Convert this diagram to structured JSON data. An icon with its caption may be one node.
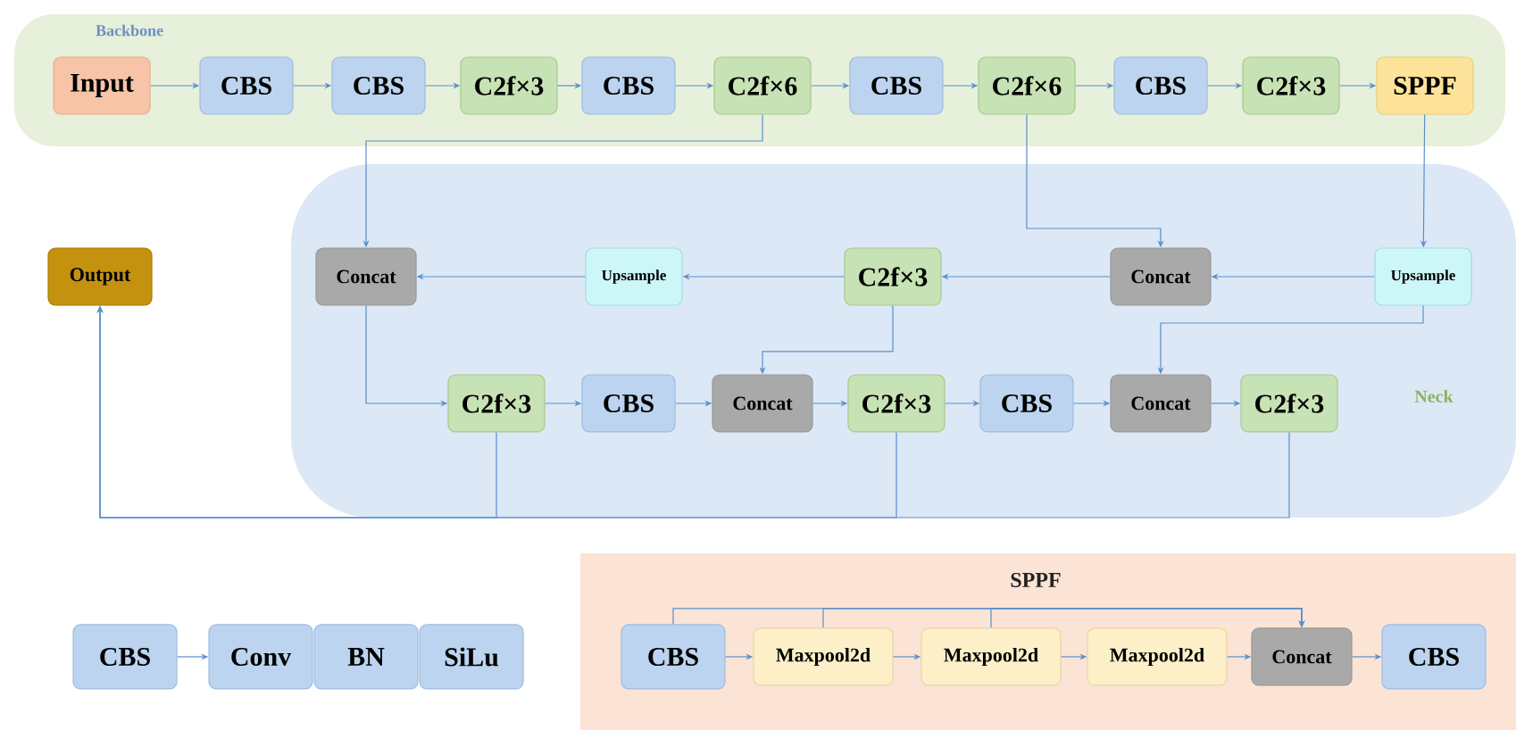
{
  "diagram": {
    "nodes": [
      {
        "text": [
          "Backbone"
        ]
      },
      {
        "text": [
          "Input"
        ],
        "in": 0
      },
      {
        "text": [
          "CBS"
        ],
        "in": 0
      },
      {
        "text": [
          "CBS"
        ],
        "in": 0
      },
      {
        "text": [
          "C2f×3"
        ],
        "in": 0
      },
      {
        "text": [
          "CBS"
        ],
        "in": 0
      },
      {
        "text": [
          "C2f×6"
        ],
        "in": 0
      },
      {
        "text": [
          "CBS"
        ],
        "in": 0
      },
      {
        "text": [
          "C2f×6"
        ],
        "in": 0
      },
      {
        "text": [
          "CBS"
        ],
        "in": 0
      },
      {
        "text": [
          "C2f×3"
        ],
        "in": 0
      },
      {
        "text": [
          "SPPF"
        ],
        "in": 0
      },
      {
        "text": [
          "Neck"
        ]
      },
      {
        "text": [
          "Concat"
        ],
        "in": 12
      },
      {
        "text": [
          "Upsample"
        ],
        "in": 12
      },
      {
        "text": [
          "C2f×3"
        ],
        "in": 12
      },
      {
        "text": [
          "Concat"
        ],
        "in": 12
      },
      {
        "text": [
          "Upsample"
        ],
        "in": 12
      },
      {
        "text": [
          "C2f×3"
        ],
        "in": 12
      },
      {
        "text": [
          "CBS"
        ],
        "in": 12
      },
      {
        "text": [
          "Concat"
        ],
        "in": 12
      },
      {
        "text": [
          "C2f×3"
        ],
        "in": 12
      },
      {
        "text": [
          "CBS"
        ],
        "in": 12
      },
      {
        "text": [
          "Concat"
        ],
        "in": 12
      },
      {
        "text": [
          "C2f×3"
        ],
        "in": 12
      },
      {
        "text": [
          "Output"
        ]
      },
      {
        "text": [
          "CBS"
        ]
      },
      {
        "text": [
          "Conv"
        ]
      },
      {
        "text": [
          "BN"
        ]
      },
      {
        "text": [
          "SiLu"
        ]
      },
      {
        "text": [
          "SPPF"
        ]
      },
      {
        "text": [
          "CBS"
        ],
        "in": 30
      },
      {
        "text": [
          "Maxpool2d"
        ],
        "in": 30
      },
      {
        "text": [
          "Maxpool2d"
        ],
        "in": 30
      },
      {
        "text": [
          "Maxpool2d"
        ],
        "in": 30
      },
      {
        "text": [
          "Concat"
        ],
        "in": 30
      },
      {
        "text": [
          "CBS"
        ],
        "in": 30
      }
    ],
    "edges": [
      {
        "from": 1,
        "to": 2,
        "arrow": "to"
      },
      {
        "from": 2,
        "to": 3,
        "arrow": "to"
      },
      {
        "from": 3,
        "to": 4,
        "arrow": "to"
      },
      {
        "from": 4,
        "to": 5,
        "arrow": "to"
      },
      {
        "from": 5,
        "to": 6,
        "arrow": "to"
      },
      {
        "from": 6,
        "to": 7,
        "arrow": "to"
      },
      {
        "from": 7,
        "to": 8,
        "arrow": "to"
      },
      {
        "from": 8,
        "to": 9,
        "arrow": "to"
      },
      {
        "from": 9,
        "to": 10,
        "arrow": "to"
      },
      {
        "from": 10,
        "to": 11,
        "arrow": "to"
      },
      {
        "from": 6,
        "to": 13,
        "arrow": "to"
      },
      {
        "from": 8,
        "to": 16,
        "arrow": "to"
      },
      {
        "from": 11,
        "to": 17,
        "arrow": "to"
      },
      {
        "from": 17,
        "to": 16,
        "arrow": "to"
      },
      {
        "from": 16,
        "to": 15,
        "arrow": "to"
      },
      {
        "from": 15,
        "to": 14,
        "arrow": "to"
      },
      {
        "from": 14,
        "to": 13,
        "arrow": "to"
      },
      {
        "from": 13,
        "to": 18,
        "arrow": "to"
      },
      {
        "from": 17,
        "to": 23,
        "arrow": "to"
      },
      {
        "from": 15,
        "to": 20,
        "arrow": "to"
      },
      {
        "from": 18,
        "to": 19,
        "arrow": "to"
      },
      {
        "from": 19,
        "to": 20,
        "arrow": "to"
      },
      {
        "from": 20,
        "to": 21,
        "arrow": "to"
      },
      {
        "from": 21,
        "to": 22,
        "arrow": "to"
      },
      {
        "from": 22,
        "to": 23,
        "arrow": "to"
      },
      {
        "from": 23,
        "to": 24,
        "arrow": "to"
      },
      {
        "from": 18,
        "to": 25,
        "arrow": "to"
      },
      {
        "from": 21,
        "to": 25,
        "arrow": "to"
      },
      {
        "from": 24,
        "to": 25,
        "arrow": "to"
      },
      {
        "from": 26,
        "to": 27,
        "arrow": "to"
      },
      {
        "from": 31,
        "to": 32,
        "arrow": "to"
      },
      {
        "from": 32,
        "to": 33,
        "arrow": "to"
      },
      {
        "from": 33,
        "to": 34,
        "arrow": "to"
      },
      {
        "from": 34,
        "to": 35,
        "arrow": "to"
      },
      {
        "from": 35,
        "to": 36,
        "arrow": "to"
      },
      {
        "from": 31,
        "to": 35,
        "arrow": "to"
      },
      {
        "from": 32,
        "to": 35,
        "arrow": "to"
      },
      {
        "from": 33,
        "to": 35,
        "arrow": "to"
      }
    ]
  }
}
